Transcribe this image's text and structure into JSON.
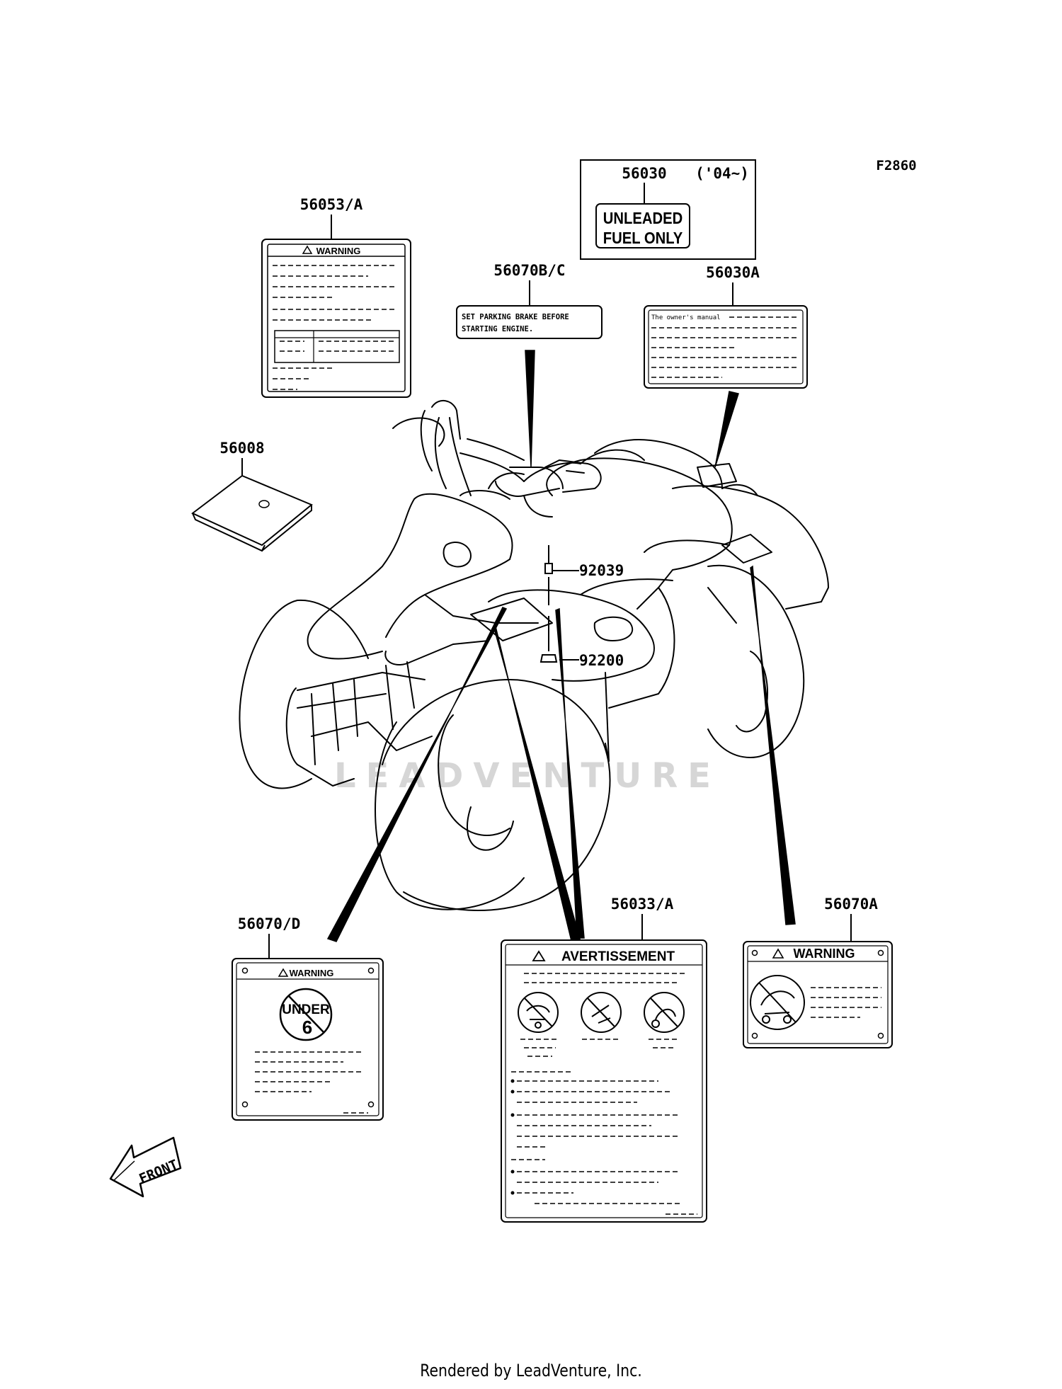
{
  "figure_code": "F2860",
  "watermark": "LEADVENTURE",
  "footer": "Rendered by LeadVenture, Inc.",
  "front_arrow_label": "FRONT",
  "callouts": {
    "p56053": "56053/A",
    "p56030": "56030",
    "p56030_years": "('04~)",
    "p56070bc": "56070B/C",
    "p56030a": "56030A",
    "p56008": "56008",
    "p92039": "92039",
    "p92200": "92200",
    "p56070d": "56070/D",
    "p56033": "56033/A",
    "p56070a": "56070A"
  },
  "decals": {
    "unleaded_line1": "UNLEADED",
    "unleaded_line2": "FUEL ONLY",
    "parking_line1": "SET PARKING BRAKE BEFORE",
    "parking_line2": "STARTING ENGINE.",
    "manual_text": "The owner's manual",
    "warning": "WARNING",
    "avertissement": "AVERTISSEMENT",
    "under": "UNDER",
    "under_age": "6"
  }
}
